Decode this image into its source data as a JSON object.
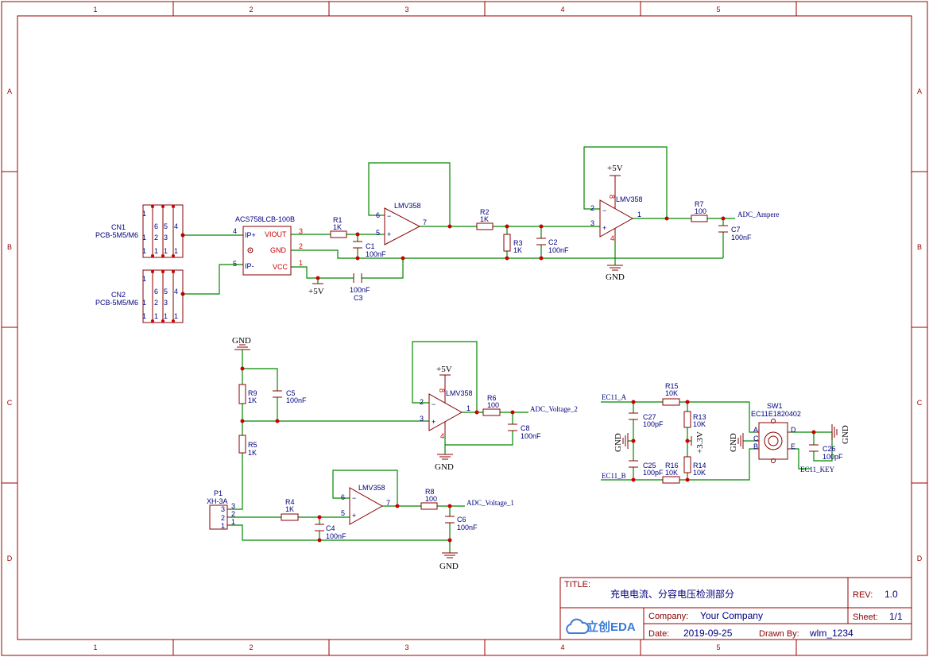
{
  "zones": {
    "columns": [
      "1",
      "2",
      "3",
      "4",
      "5"
    ],
    "rows": [
      "A",
      "B",
      "C",
      "D"
    ]
  },
  "title_block": {
    "title_label": "TITLE:",
    "title": "充电电流、分容电压检测部分",
    "rev_label": "REV:",
    "rev": "1.0",
    "company_label": "Company:",
    "company": "Your Company",
    "sheet_label": "Sheet:",
    "sheet": "1/1",
    "date_label": "Date:",
    "date": "2019-09-25",
    "drawn_label": "Drawn By:",
    "drawn_by": "wlm_1234",
    "logo": "立创EDA"
  },
  "components": {
    "cn1": {
      "ref": "CN1",
      "value": "PCB-5M5/M6"
    },
    "cn2": {
      "ref": "CN2",
      "value": "PCB-5M5/M6"
    },
    "usb_pins": {
      "p1": "1",
      "p2": "2",
      "p3": "3",
      "p4": "4",
      "p5": "5",
      "p6": "6"
    },
    "u1": {
      "value": "ACS758LCB-100B",
      "p_ipp": "IP+",
      "p_ipn": "IP-",
      "p_viout": "VIOUT",
      "p_gnd": "GND",
      "p_vcc": "VCC",
      "n4": "4",
      "n5": "5",
      "n3": "3",
      "n2": "2",
      "n1": "1"
    },
    "r1": {
      "ref": "R1",
      "value": "1K"
    },
    "c1": {
      "ref": "C1",
      "value": "100nF"
    },
    "c3": {
      "ref": "C3",
      "value": "100nF"
    },
    "op1": {
      "value": "LMV358",
      "n6": "6",
      "n5": "5",
      "n7": "7"
    },
    "r2": {
      "ref": "R2",
      "value": "1K"
    },
    "r3": {
      "ref": "R3",
      "value": "1K"
    },
    "c2": {
      "ref": "C2",
      "value": "100nF"
    },
    "op2": {
      "value": "LMV358",
      "n2": "2",
      "n3": "3",
      "n1": "1",
      "n8": "8",
      "n4": "4"
    },
    "r7": {
      "ref": "R7",
      "value": "100"
    },
    "c7": {
      "ref": "C7",
      "value": "100nF"
    },
    "r9": {
      "ref": "R9",
      "value": "1K"
    },
    "c5": {
      "ref": "C5",
      "value": "100nF"
    },
    "r5": {
      "ref": "R5",
      "value": "1K"
    },
    "op3": {
      "value": "LMV358",
      "n2": "2",
      "n3": "3",
      "n1": "1",
      "n8": "8",
      "n4": "4"
    },
    "r6": {
      "ref": "R6",
      "value": "100"
    },
    "c8": {
      "ref": "C8",
      "value": "100nF"
    },
    "p1": {
      "ref": "P1",
      "value": "XH-3A",
      "n3": "3",
      "n2": "2",
      "n1": "1"
    },
    "r4": {
      "ref": "R4",
      "value": "1K"
    },
    "c4": {
      "ref": "C4",
      "value": "100nF"
    },
    "op4": {
      "value": "LMV358",
      "n6": "6",
      "n5": "5",
      "n7": "7"
    },
    "r8": {
      "ref": "R8",
      "value": "100"
    },
    "c6": {
      "ref": "C6",
      "value": "100nF"
    },
    "r15": {
      "ref": "R15",
      "value": "10K"
    },
    "r16": {
      "ref": "R16",
      "value": "10K"
    },
    "r13": {
      "ref": "R13",
      "value": "10K"
    },
    "r14": {
      "ref": "R14",
      "value": "10K"
    },
    "c27": {
      "ref": "C27",
      "value": "100pF"
    },
    "c25": {
      "ref": "C25",
      "value": "100pF"
    },
    "c26": {
      "ref": "C26",
      "value": "100pF"
    },
    "sw1": {
      "ref": "SW1",
      "value": "EC11E1820402",
      "pa": "A",
      "pc": "C",
      "pb": "B",
      "pd": "D",
      "pe": "E"
    }
  },
  "nets": {
    "gnd": "GND",
    "v5": "+5V",
    "v33": "+3.3V",
    "adc_ampere": "ADC_Ampere",
    "adc_v2": "ADC_Voltage_2",
    "adc_v1": "ADC_Voltage_1",
    "ec11_a": "EC11_A",
    "ec11_b": "EC11_B",
    "ec11_key": "EC11_KEY"
  },
  "colors": {
    "wire": "#008800",
    "part": "#880000",
    "frame": "#990000",
    "junction": "#cc0000",
    "label": "#000080"
  }
}
